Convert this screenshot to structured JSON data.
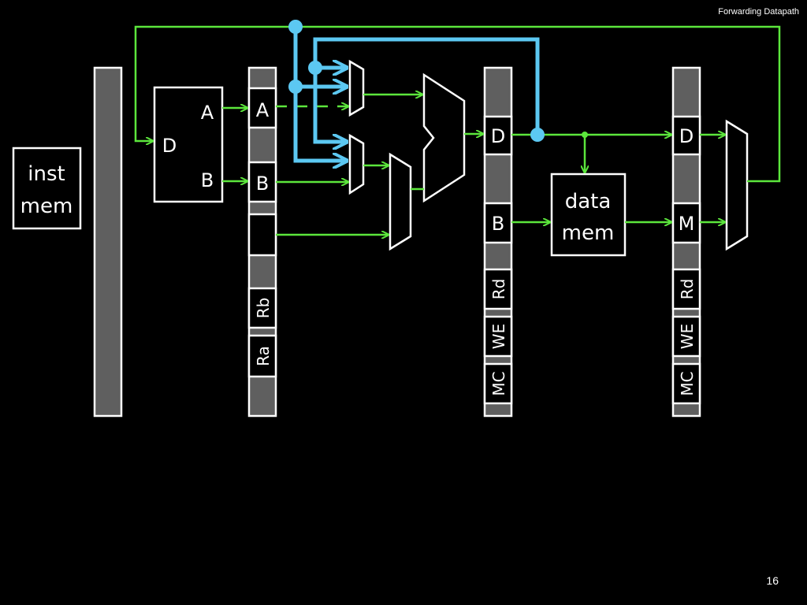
{
  "slide": {
    "title": "Forwarding Datapath",
    "page_number": "16"
  },
  "blocks": {
    "inst_mem": [
      "inst",
      "mem"
    ],
    "data_mem": [
      "data",
      "mem"
    ],
    "regfile_port_d": "D",
    "regfile_port_a": "A",
    "regfile_port_b": "B"
  },
  "latches": {
    "id_ex": {
      "a": "A",
      "b": "B",
      "rb": "Rb",
      "ra": "Ra"
    },
    "ex_mem": {
      "d": "D",
      "b": "B",
      "rd": "Rd",
      "we": "WE",
      "mc": "MC"
    },
    "mem_wb": {
      "d": "D",
      "m": "M",
      "rd": "Rd",
      "we": "WE",
      "mc": "MC"
    }
  },
  "colors": {
    "background": "#000000",
    "wire": "#5ce63c",
    "forward_path": "#5cc8f2",
    "latch_fill": "#5f5f5f",
    "outline": "#ffffff"
  }
}
